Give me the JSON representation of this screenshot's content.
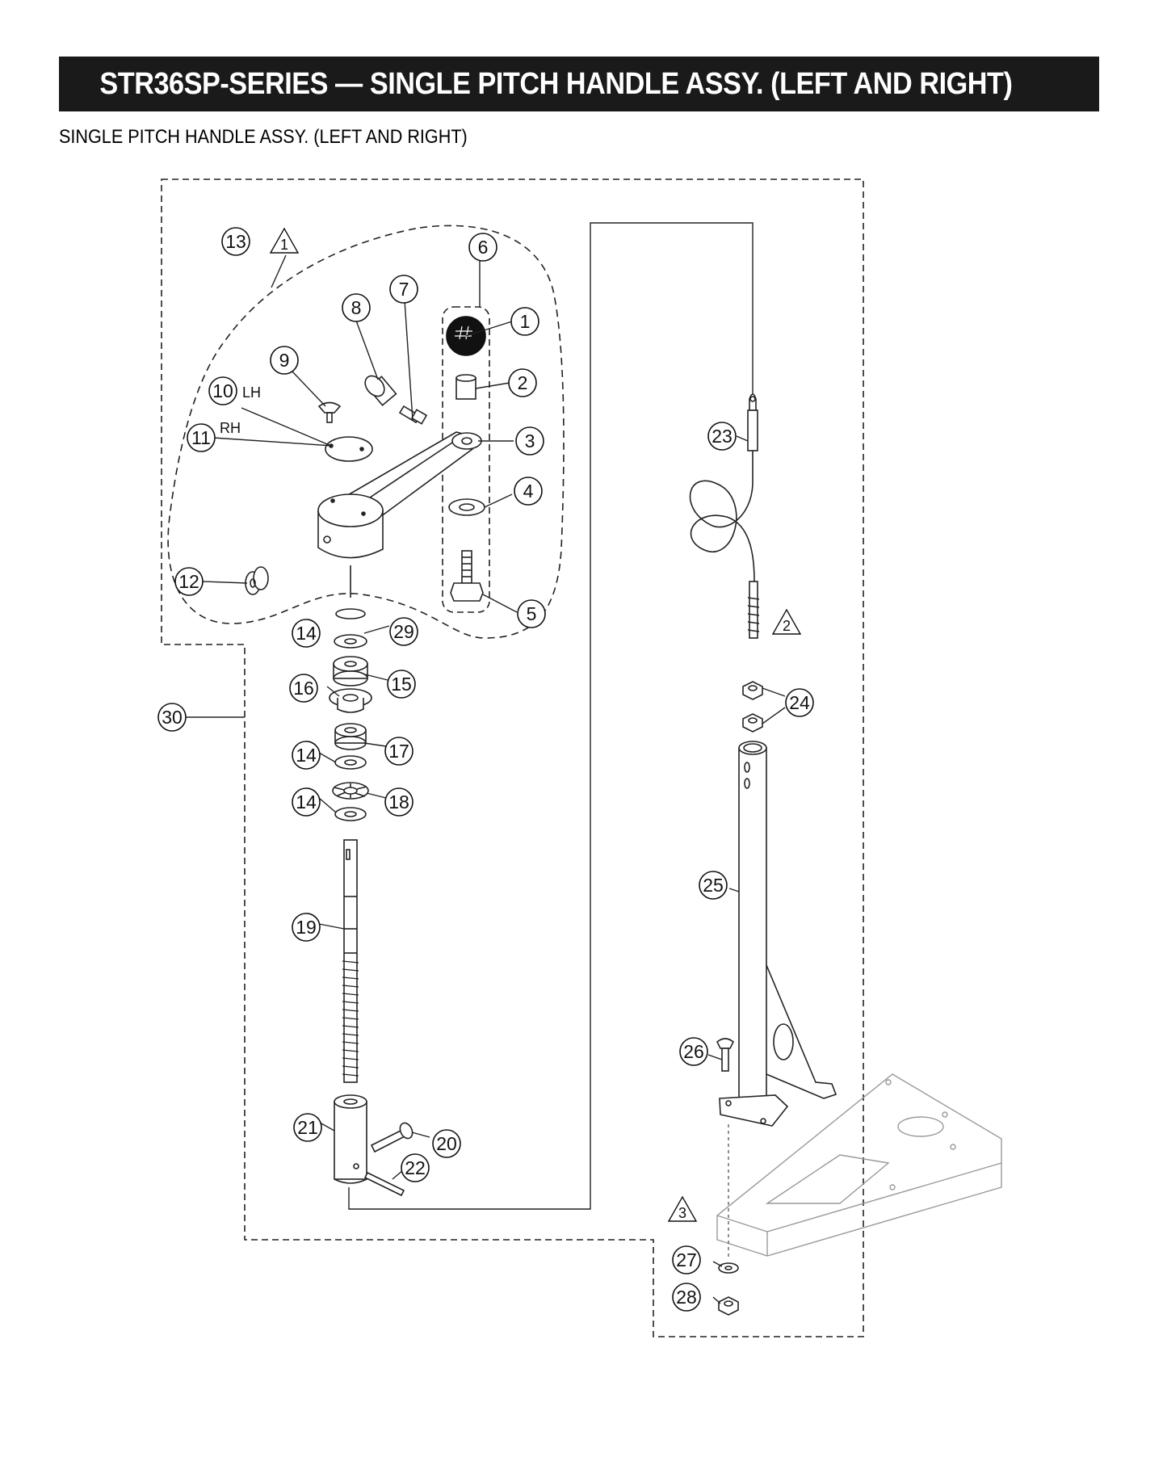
{
  "header": {
    "title": "STR36SP-SERIES — SINGLE PITCH HANDLE ASSY. (LEFT AND RIGHT)",
    "subtitle": "SINGLE PITCH HANDLE ASSY. (LEFT AND RIGHT)"
  },
  "callouts": {
    "c1": "1",
    "c2": "2",
    "c3": "3",
    "c4": "4",
    "c5": "5",
    "c6": "6",
    "c7": "7",
    "c8": "8",
    "c9": "9",
    "c10": "10",
    "c11": "11",
    "c12": "12",
    "c13": "13",
    "c14a": "14",
    "c14b": "14",
    "c14c": "14",
    "c15": "15",
    "c16": "16",
    "c17": "17",
    "c18": "18",
    "c19": "19",
    "c20": "20",
    "c21": "21",
    "c22": "22",
    "c23": "23",
    "c24": "24",
    "c25": "25",
    "c26": "26",
    "c27": "27",
    "c28": "28",
    "c29": "29",
    "c30": "30"
  },
  "notes": {
    "n1": "1",
    "n2": "2",
    "n3": "3"
  },
  "labels": {
    "lh": "LH",
    "rh": "RH"
  }
}
